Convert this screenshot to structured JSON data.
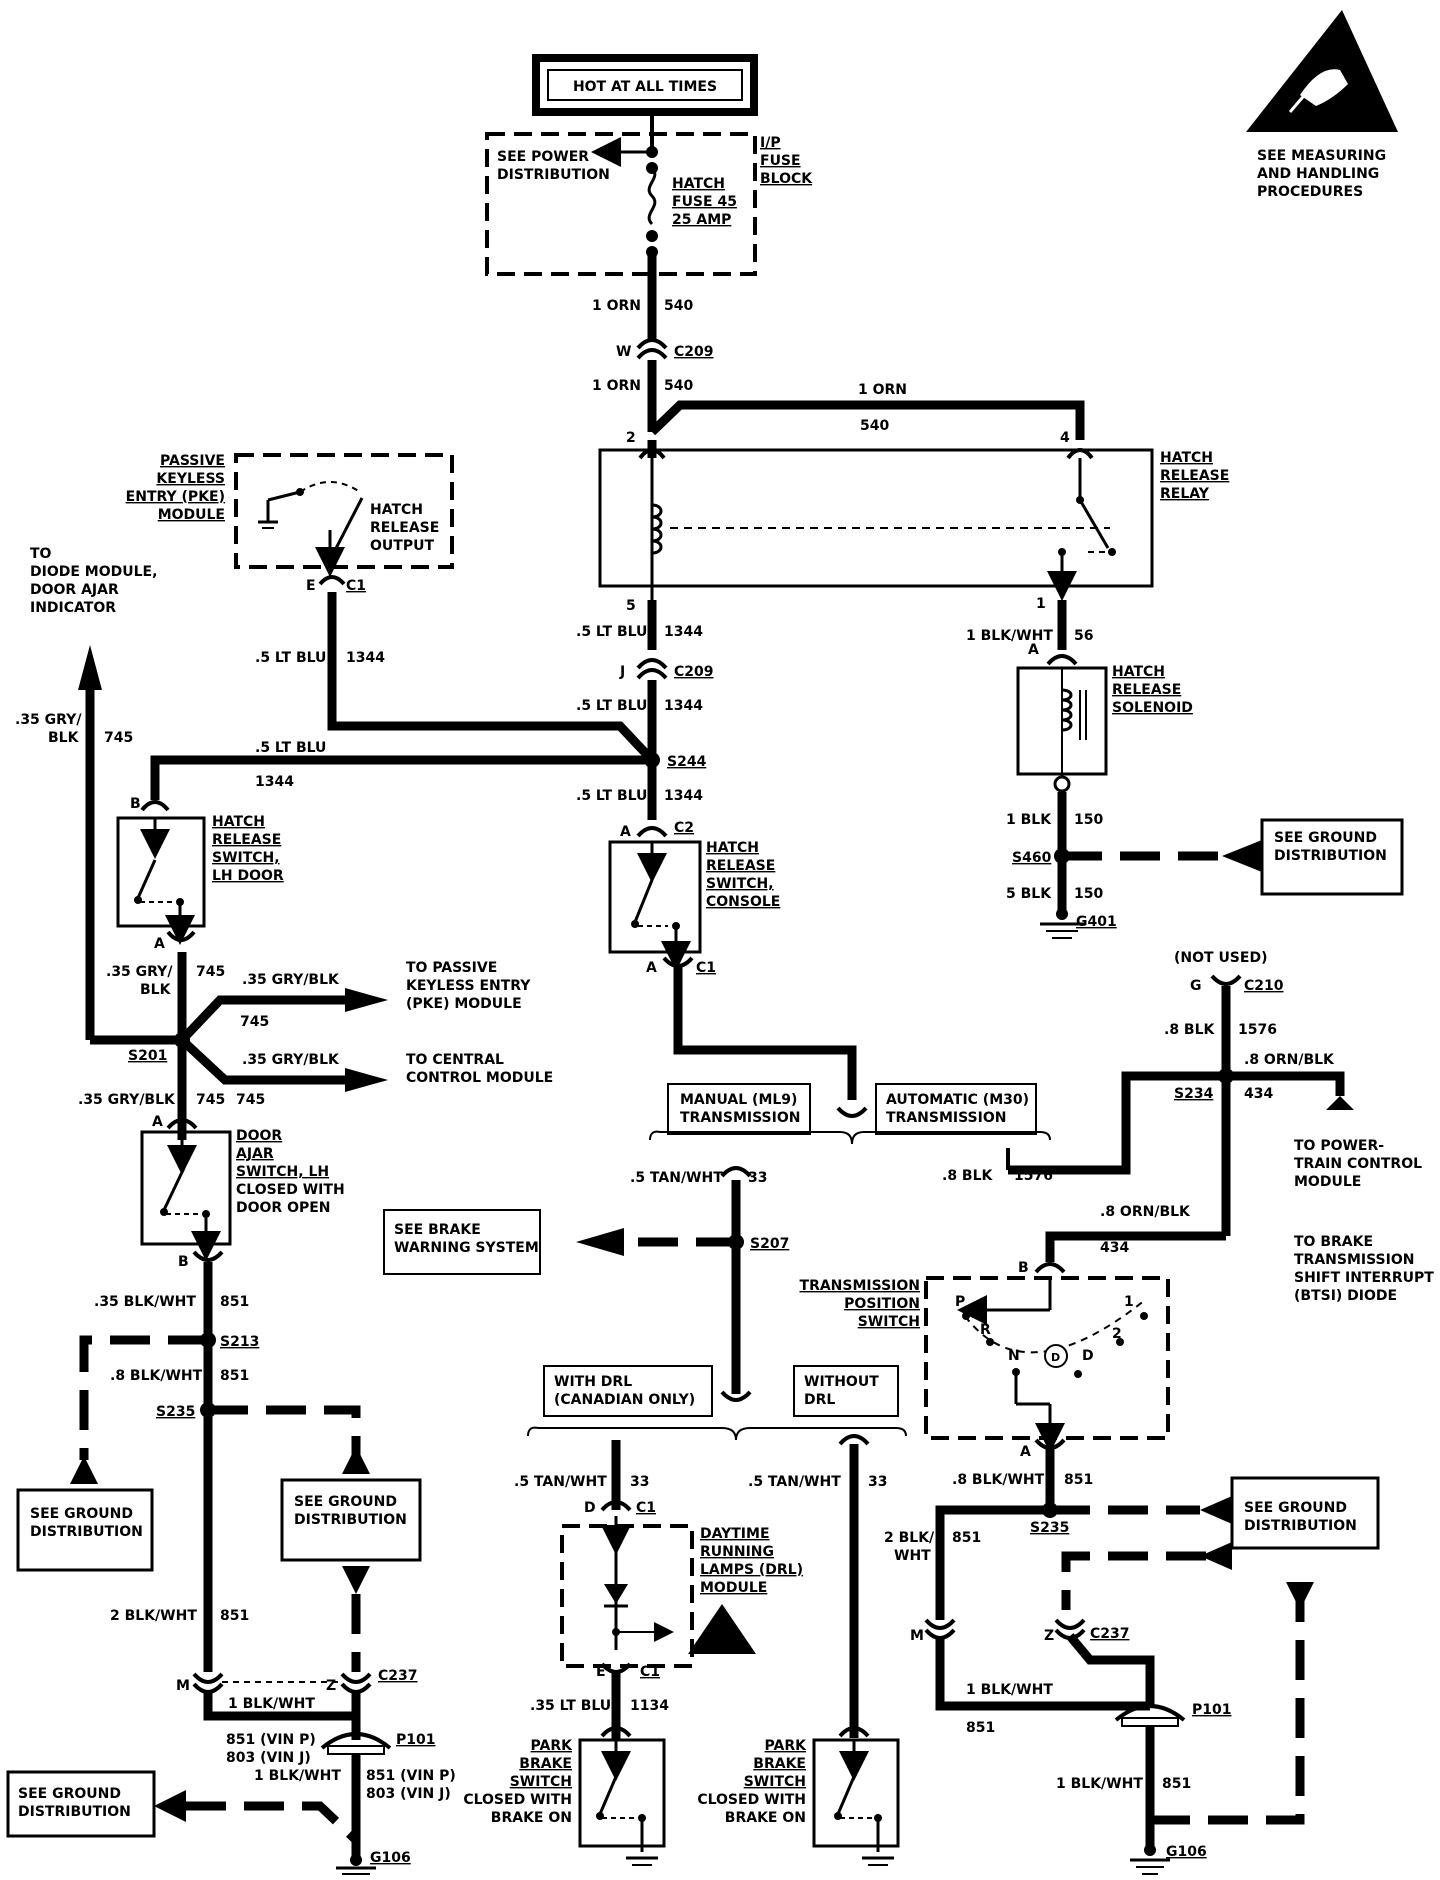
{
  "header": {
    "hot": "HOT AT ALL TIMES"
  },
  "esd_note": {
    "line1": "SEE MEASURING",
    "line2": "AND HANDLING",
    "line3": "PROCEDURES"
  },
  "fuse_block": {
    "power_dist1": "SEE POWER",
    "power_dist2": "DISTRIBUTION",
    "fuse1": "HATCH",
    "fuse2": "FUSE 45",
    "fuse3": "25 AMP",
    "block1": "I/P",
    "block2": "FUSE",
    "block3": "BLOCK"
  },
  "wire_540": {
    "gauge": "1 ORN",
    "circuit": "540"
  },
  "c209_w": {
    "pin": "W",
    "connector": "C209"
  },
  "relay": {
    "title1": "HATCH",
    "title2": "RELEASE",
    "title3": "RELAY",
    "pin2": "2",
    "pin4": "4",
    "pin5": "5",
    "pin1": "1"
  },
  "pke": {
    "title1": "PASSIVE",
    "title2": "KEYLESS",
    "title3": "ENTRY (PKE)",
    "title4": "MODULE",
    "out1": "HATCH",
    "out2": "RELEASE",
    "out3": "OUTPUT",
    "pin": "E",
    "connector": "C1"
  },
  "diode_note": {
    "line1": "TO",
    "line2": "DIODE MODULE,",
    "line3": "DOOR AJAR",
    "line4": "INDICATOR"
  },
  "wire_1344": {
    "gauge": ".5 LT BLU",
    "circuit": "1344"
  },
  "c209_j": {
    "pin": "J",
    "connector": "C209"
  },
  "s244": "S244",
  "wire_56": {
    "gauge": "1 BLK/WHT",
    "circuit": "56"
  },
  "solenoid": {
    "pin": "A",
    "title1": "HATCH",
    "title2": "RELEASE",
    "title3": "SOLENOID"
  },
  "wire_150": {
    "gauge1": "1 BLK",
    "gauge2": "5 BLK",
    "circuit": "150"
  },
  "s460": "S460",
  "g401": "G401",
  "ground_dist": {
    "line1": "SEE GROUND",
    "line2": "DISTRIBUTION"
  },
  "wire_745": {
    "gauge_a1": ".35 GRY/",
    "gauge_a2": "BLK",
    "gauge_b": ".35 GRY/BLK",
    "circuit": "745"
  },
  "lh_switch": {
    "pin_b": "B",
    "pin_a": "A",
    "title1": "HATCH",
    "title2": "RELEASE",
    "title3": "SWITCH,",
    "title4": "LH DOOR"
  },
  "console_switch": {
    "pin_a": "A",
    "connector_c2": "C2",
    "connector_c1": "C1",
    "title1": "HATCH",
    "title2": "RELEASE",
    "title3": "SWITCH,",
    "title4": "CONSOLE"
  },
  "to_pke": {
    "line1": "TO PASSIVE",
    "line2": "KEYLESS ENTRY",
    "line3": "(PKE) MODULE"
  },
  "to_ccm": {
    "line1": "TO CENTRAL",
    "line2": "CONTROL MODULE"
  },
  "s201": "S201",
  "door_ajar": {
    "pin_a": "A",
    "pin_b": "B",
    "title1": "DOOR",
    "title2": "AJAR",
    "title3": "SWITCH, LH",
    "title4": "CLOSED WITH",
    "title5": "DOOR OPEN"
  },
  "trans_options": {
    "manual1": "MANUAL (ML9)",
    "manual2": "TRANSMISSION",
    "auto1": "AUTOMATIC (M30)",
    "auto2": "TRANSMISSION"
  },
  "not_used": "(NOT USED)",
  "c210": {
    "pin": "G",
    "connector": "C210"
  },
  "wire_1576": {
    "gauge": ".8 BLK",
    "circuit": "1576"
  },
  "wire_434": {
    "gauge": ".8 ORN/BLK",
    "circuit": "434"
  },
  "s234": "S234",
  "to_pcm": {
    "line1": "TO POWER-",
    "line2": "TRAIN CONTROL",
    "line3": "MODULE"
  },
  "btsi": {
    "line1": "TO BRAKE",
    "line2": "TRANSMISSION",
    "line3": "SHIFT INTERRUPT",
    "line4": "(BTSI) DIODE"
  },
  "wire_33": {
    "gauge": ".5 TAN/WHT",
    "circuit": "33"
  },
  "s207": "S207",
  "brake_warn": {
    "line1": "SEE BRAKE",
    "line2": "WARNING SYSTEM"
  },
  "tps": {
    "title1": "TRANSMISSION",
    "title2": "POSITION",
    "title3": "SWITCH",
    "p": "P",
    "r": "R",
    "n": "N",
    "d": "D",
    "two": "2",
    "one": "1",
    "pin_b": "B",
    "pin_a": "A"
  },
  "wire_851": {
    "gauge_a": ".35 BLK/WHT",
    "gauge_b": ".8 BLK/WHT",
    "gauge_c": "2 BLK/WHT",
    "gauge_d": "1 BLK/WHT",
    "gauge_e1": "2 BLK/",
    "gauge_e2": "WHT",
    "circuit": "851"
  },
  "s213": "S213",
  "s235": "S235",
  "drl_options": {
    "with1": "WITH DRL",
    "with2": "(CANADIAN ONLY)",
    "without1": "WITHOUT",
    "without2": "DRL"
  },
  "drl_module": {
    "pin_d": "D",
    "pin_e": "E",
    "connector": "C1",
    "title1": "DAYTIME",
    "title2": "RUNNING",
    "title3": "LAMPS (DRL)",
    "title4": "MODULE"
  },
  "c237": {
    "pin_m": "M",
    "pin_z": "Z",
    "connector": "C237"
  },
  "p101": "P101",
  "vin": {
    "p851": "851 (VIN P)",
    "j803": "803 (VIN J)"
  },
  "g106": "G106",
  "wire_1134": {
    "gauge": ".35 LT BLU",
    "circuit": "1134"
  },
  "park_brake": {
    "line1": "PARK",
    "line2": "BRAKE",
    "line3": "SWITCH",
    "line4": "CLOSED WITH",
    "line5": "BRAKE ON"
  }
}
